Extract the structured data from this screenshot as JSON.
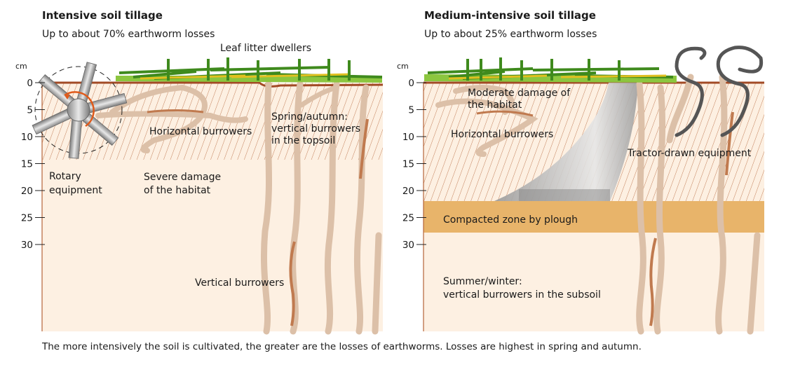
{
  "left_panel": {
    "title": "Intensive soil tillage",
    "subtitle": "Up to about 70% earthworm losses",
    "labels": {
      "leaf_litter": "Leaf litter dwellers",
      "horizontal": "Horizontal burrowers",
      "spring_1": "Spring/autumn:",
      "spring_2": "vertical burrowers",
      "spring_3": "in the topsoil",
      "rotary_1": "Rotary",
      "rotary_2": "equipment",
      "severe_1": "Severe damage",
      "severe_2": "of the habitat",
      "vertical": "Vertical burrowers"
    }
  },
  "right_panel": {
    "title": "Medium-intensive soil tillage",
    "subtitle": "Up to about 25% earthworm losses",
    "labels": {
      "moderate_1": "Moderate damage of",
      "moderate_2": "the habitat",
      "horizontal": "Horizontal burrowers",
      "tractor": "Tractor-drawn equipment",
      "compacted": "Compacted zone by plough",
      "summer_1": "Summer/winter:",
      "summer_2": "vertical burrowers in the subsoil"
    }
  },
  "axis": {
    "unit": "cm",
    "ticks": [
      "0",
      "5",
      "10",
      "15",
      "20",
      "25",
      "30"
    ]
  },
  "caption": "The more intensively the soil is cultivated, the greater are the losses of earthworms. Losses are highest in spring and autumn.",
  "colors": {
    "soil": "#fdf0e2",
    "hatch": "#b5643a",
    "surface": "#a24a25",
    "burrow": "#dcc0a8",
    "worm": "#c07a4f",
    "compacted": "#e8b46a",
    "grass_dark": "#3f8a1d",
    "grass_light": "#8cc63f"
  }
}
